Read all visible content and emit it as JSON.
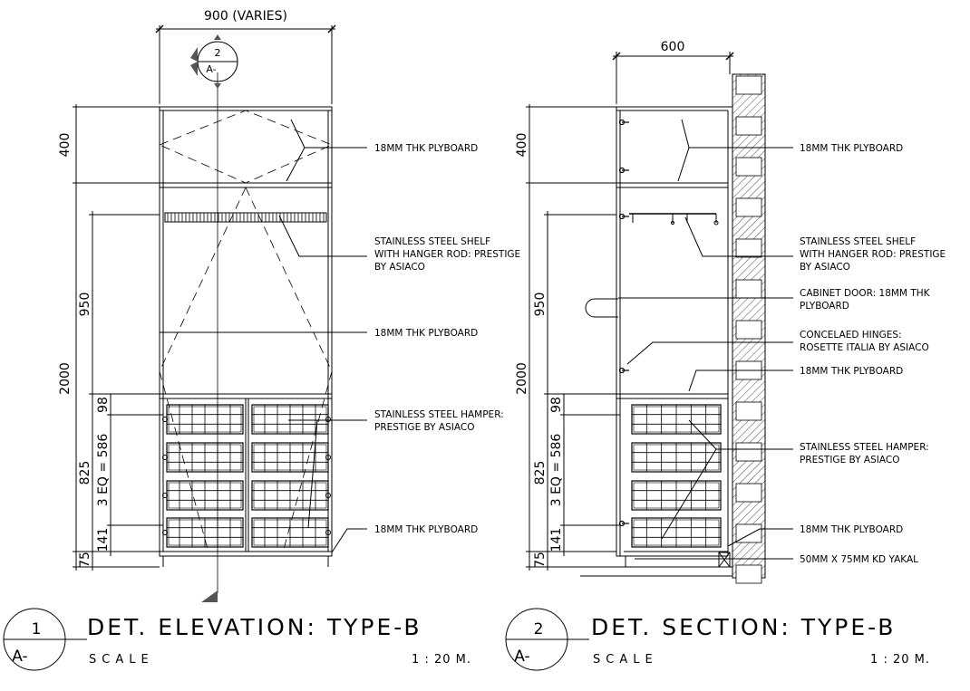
{
  "elevation": {
    "width_dim": "900 (VARIES)",
    "dims_left": [
      "400",
      "950",
      "2000",
      "825",
      "98",
      "3 EQ = 586",
      "141",
      "75"
    ],
    "callout_ref": {
      "number": "2",
      "sheet": "A-"
    },
    "notes": [
      [
        "18MM THK PLYBOARD"
      ],
      [
        "STAINLESS STEEL SHELF",
        "WITH HANGER ROD: PRESTIGE",
        "BY ASIACO"
      ],
      [
        "18MM THK PLYBOARD"
      ],
      [
        "STAINLESS STEEL HAMPER:",
        "PRESTIGE BY ASIACO"
      ],
      [
        "18MM THK PLYBOARD"
      ]
    ],
    "title": {
      "number": "1",
      "sheet": "A-",
      "text": "DET. ELEVATION: TYPE-B",
      "scale_label": "SCALE",
      "scale_value": "1 : 20 M."
    }
  },
  "section": {
    "width_dim": "600",
    "dims_left": [
      "400",
      "950",
      "2000",
      "825",
      "98",
      "3 EQ = 586",
      "141",
      "75"
    ],
    "notes": [
      [
        "18MM THK PLYBOARD"
      ],
      [
        "STAINLESS STEEL SHELF",
        "WITH HANGER ROD: PRESTIGE",
        "BY ASIACO"
      ],
      [
        "CABINET DOOR: 18MM THK",
        "PLYBOARD"
      ],
      [
        "CONCELAED HINGES:",
        "ROSETTE ITALIA BY ASIACO"
      ],
      [
        "18MM THK PLYBOARD"
      ],
      [
        "STAINLESS STEEL HAMPER:",
        "PRESTIGE BY ASIACO"
      ],
      [
        "18MM THK PLYBOARD"
      ],
      [
        "50MM X 75MM KD YAKAL"
      ]
    ],
    "title": {
      "number": "2",
      "sheet": "A-",
      "text": "DET. SECTION: TYPE-B",
      "scale_label": "SCALE",
      "scale_value": "1 : 20 M."
    }
  }
}
